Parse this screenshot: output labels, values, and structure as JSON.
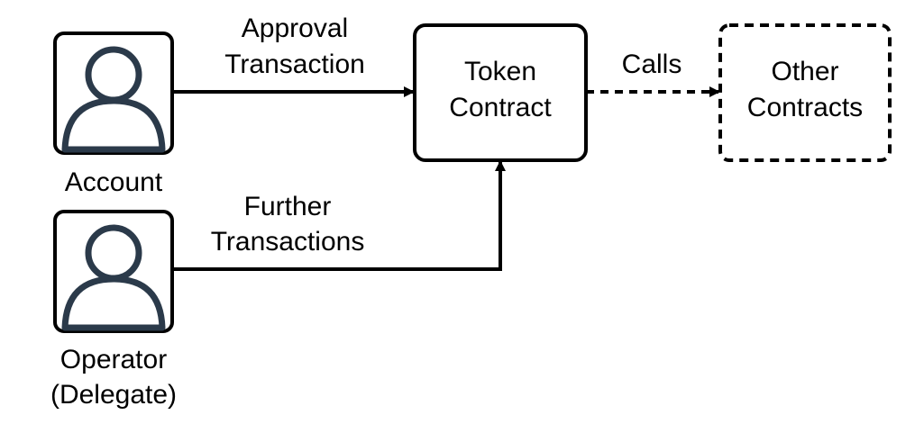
{
  "nodes": {
    "account": {
      "label": "Account",
      "icon": "person-icon"
    },
    "operator": {
      "label_line1": "Operator",
      "label_line2": "(Delegate)",
      "icon": "person-icon"
    },
    "token_contract": {
      "label_line1": "Token",
      "label_line2": "Contract"
    },
    "other_contracts": {
      "label_line1": "Other",
      "label_line2": "Contracts"
    }
  },
  "edges": {
    "approval": {
      "label_line1": "Approval",
      "label_line2": "Transaction",
      "style": "solid"
    },
    "further": {
      "label_line1": "Further",
      "label_line2": "Transactions",
      "style": "solid"
    },
    "calls": {
      "label": "Calls",
      "style": "dashed"
    }
  },
  "colors": {
    "stroke": "#000000",
    "icon": "#2b3a4a",
    "background": "#ffffff"
  }
}
